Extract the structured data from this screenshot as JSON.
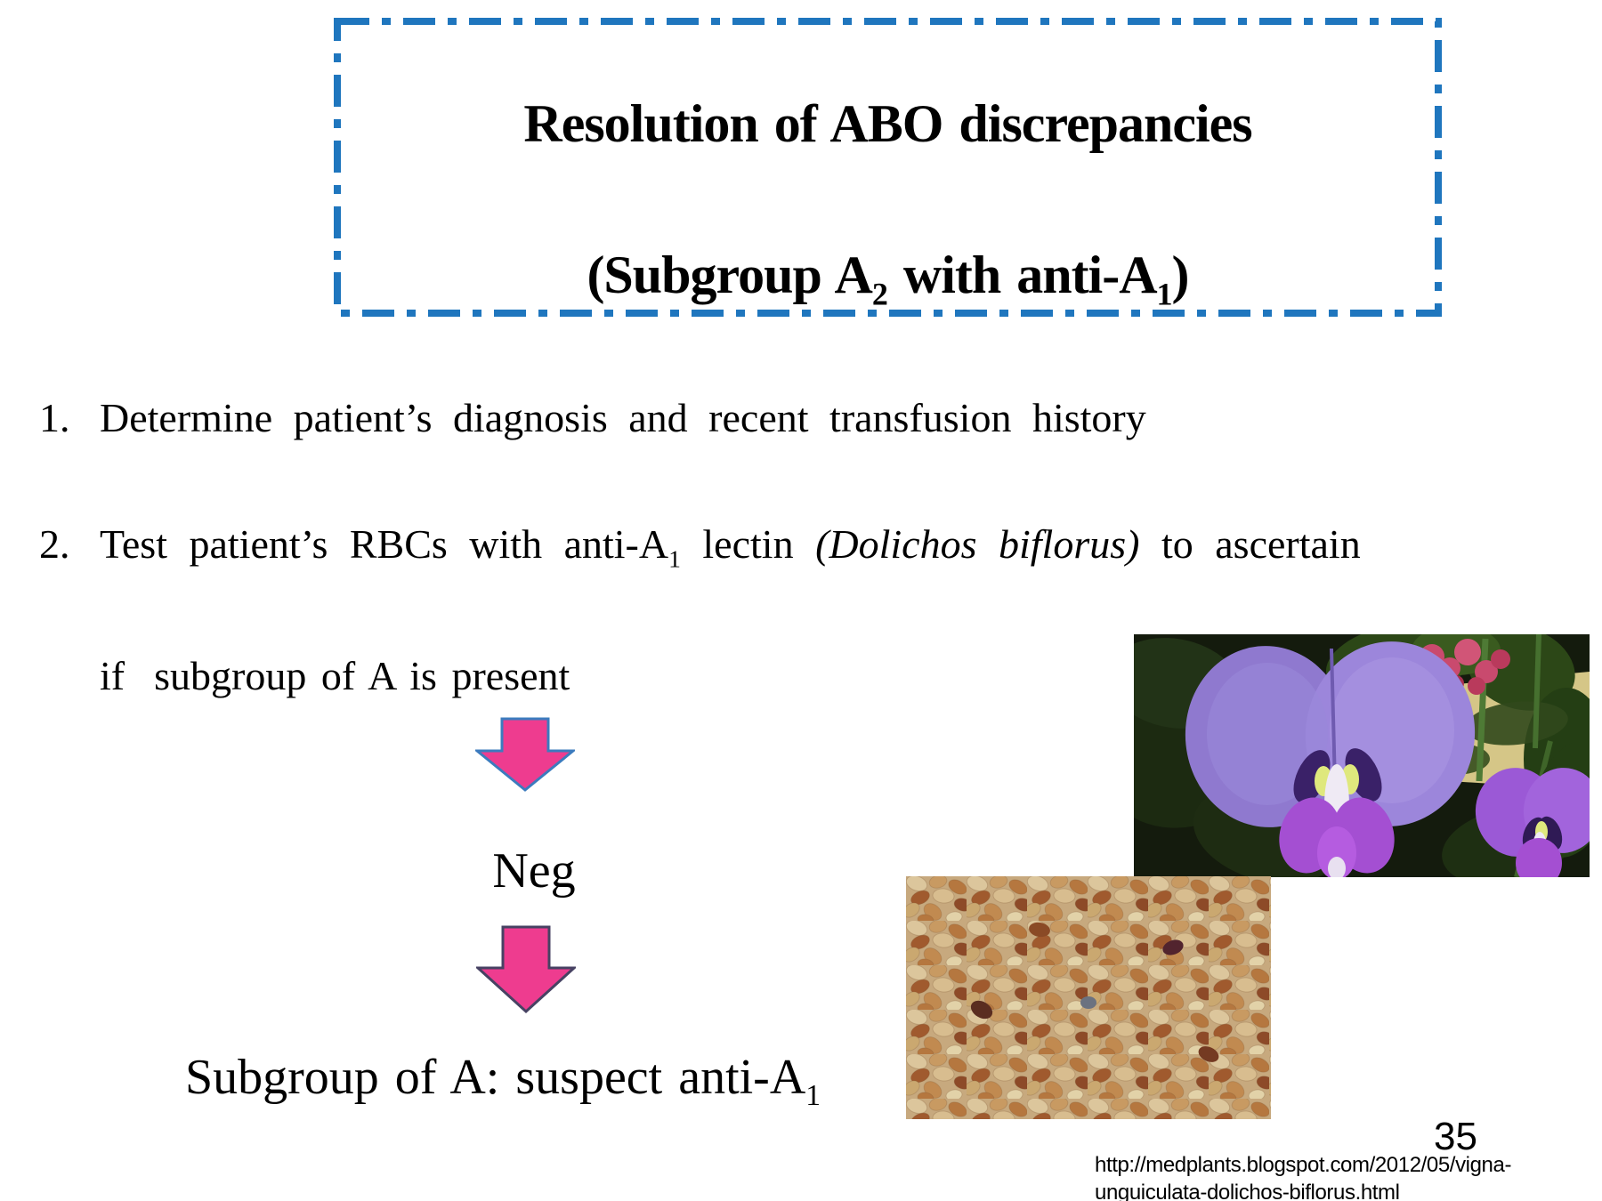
{
  "slide": {
    "background_color": "#ffffff",
    "title_box": {
      "border_color": "#1f76be",
      "line1": "Resolution of ABO discrepancies",
      "line2": {
        "p1": "(Subgroup A",
        "sub1": "2",
        "p2": " with anti-A",
        "sub2": "1",
        "p3": ")"
      }
    },
    "items": [
      {
        "number": "1.",
        "text": "Determine patient’s diagnosis and recent transfusion history"
      },
      {
        "number": "2.",
        "p1": "Test patient’s RBCs with anti-A",
        "sub": "1",
        "p2": " lectin ",
        "italic": "(Dolichos biflorus)",
        "p3": " to ascertain"
      }
    ],
    "condition_line": "if  subgroup of A is present",
    "flow": {
      "neg_label": "Neg",
      "arrow_fill": "#ee3c8f",
      "arrow1_stroke": "#3c7bbe",
      "arrow2_stroke": "#474263"
    },
    "conclusion": {
      "p1": "Subgroup of A: suspect anti-A",
      "sub": "1"
    },
    "images": {
      "flower_alt": "Dolichos biflorus purple flowers",
      "seeds_alt": "Dolichos biflorus seeds"
    },
    "footer": {
      "page_number": "35",
      "citation_line1": "http://medplants.blogspot.com/2012/05/vigna-",
      "citation_line2": "unguiculata-dolichos-biflorus.html"
    }
  }
}
